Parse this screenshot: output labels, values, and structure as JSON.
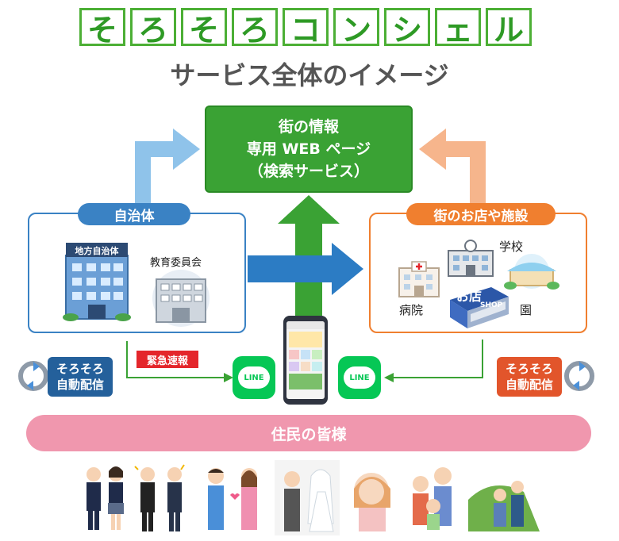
{
  "title": {
    "chars": [
      "そ",
      "ろ",
      "そ",
      "ろ",
      "コ",
      "ン",
      "シ",
      "ェ",
      "ル"
    ]
  },
  "subtitle": "サービス全体のイメージ",
  "center_box": {
    "line1": "街の情報",
    "line2": "専用 WEB ページ",
    "line3": "（検索サービス）"
  },
  "left_panel": {
    "tag": "自治体",
    "building_sign": "地方自治体",
    "board_label": "教育委員会"
  },
  "right_panel": {
    "tag": "街のお店や施設",
    "school": "学校",
    "hospital": "病院",
    "shop": "お店",
    "shop_sign": "SHOP",
    "kindergarten": "園"
  },
  "emergency": "緊急速報",
  "auto_left": {
    "line1": "そろそろ",
    "line2": "自動配信"
  },
  "auto_right": {
    "line1": "そろそろ",
    "line2": "自動配信"
  },
  "line_label": "LINE",
  "residents": "住民の皆様",
  "colors": {
    "green": "#3aa234",
    "blue": "#3a82c4",
    "orange": "#f07f2f",
    "pink": "#f097ae",
    "light_blue": "#8fc3ea",
    "light_orange": "#f6b58c"
  }
}
